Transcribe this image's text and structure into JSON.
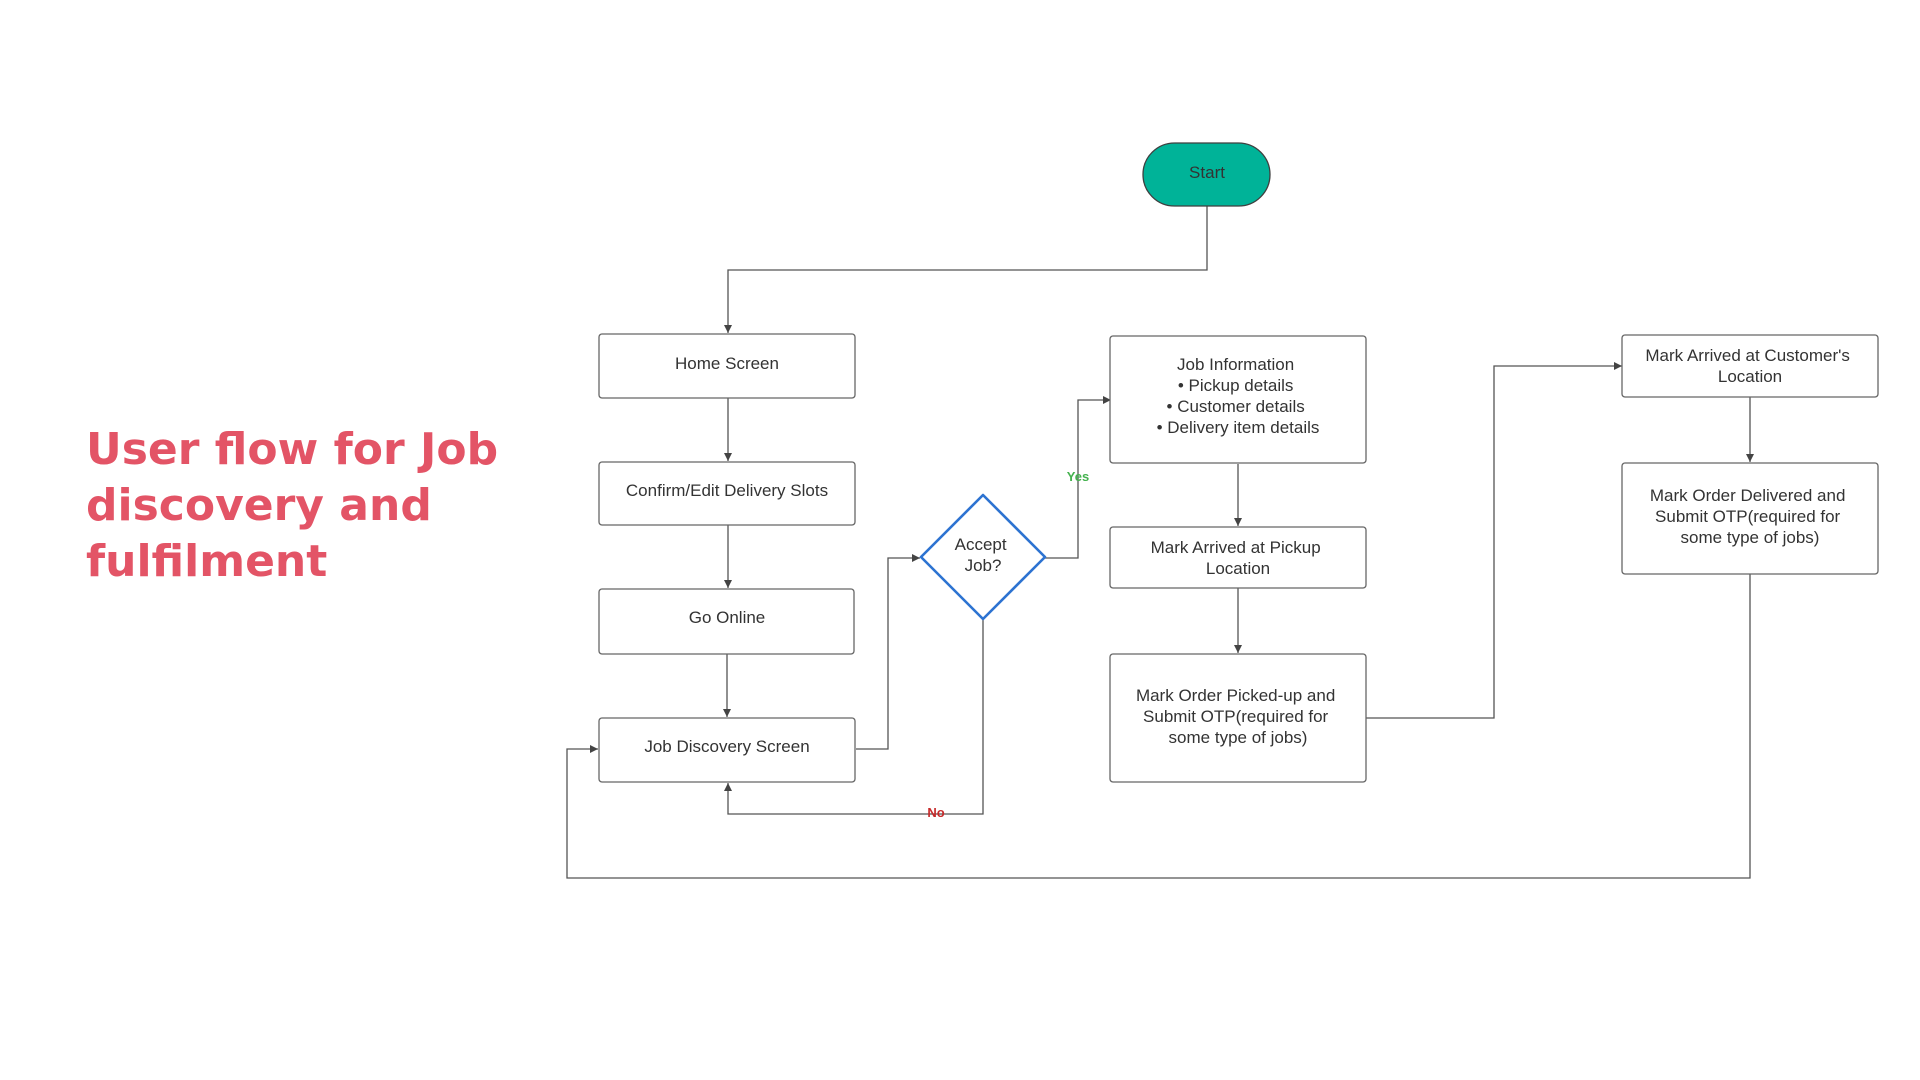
{
  "title": {
    "lines": [
      "User flow for Job",
      "discovery and",
      "fulfilment"
    ]
  },
  "colors": {
    "title": "#e35466",
    "start_fill": "#00b398",
    "decision_stroke": "#2d73d1",
    "yes": "#45b24f",
    "no": "#c72a2a"
  },
  "nodes": {
    "start": {
      "lines": [
        "Start"
      ]
    },
    "home": {
      "lines": [
        "Home Screen"
      ]
    },
    "slots": {
      "lines": [
        "Confirm/Edit Delivery Slots"
      ]
    },
    "online": {
      "lines": [
        "Go Online"
      ]
    },
    "discovery": {
      "lines": [
        "Job Discovery Screen"
      ]
    },
    "accept": {
      "lines": [
        "Accept",
        "Job?"
      ]
    },
    "jobinfo": {
      "lines": [
        "Job Information",
        "• Pickup details",
        "• Customer details",
        "• Delivery item details"
      ]
    },
    "arrived_pickup": {
      "lines": [
        "Mark Arrived at Pickup",
        "Location"
      ]
    },
    "picked_up": {
      "lines": [
        "Mark Order Picked-up and",
        "Submit OTP(required for",
        "some type of jobs)"
      ]
    },
    "arrived_customer": {
      "lines": [
        "Mark Arrived at Customer's",
        "Location"
      ]
    },
    "delivered": {
      "lines": [
        "Mark Order Delivered and",
        "Submit OTP(required for",
        "some type of jobs)"
      ]
    }
  },
  "edge_labels": {
    "yes": "Yes",
    "no": "No"
  }
}
